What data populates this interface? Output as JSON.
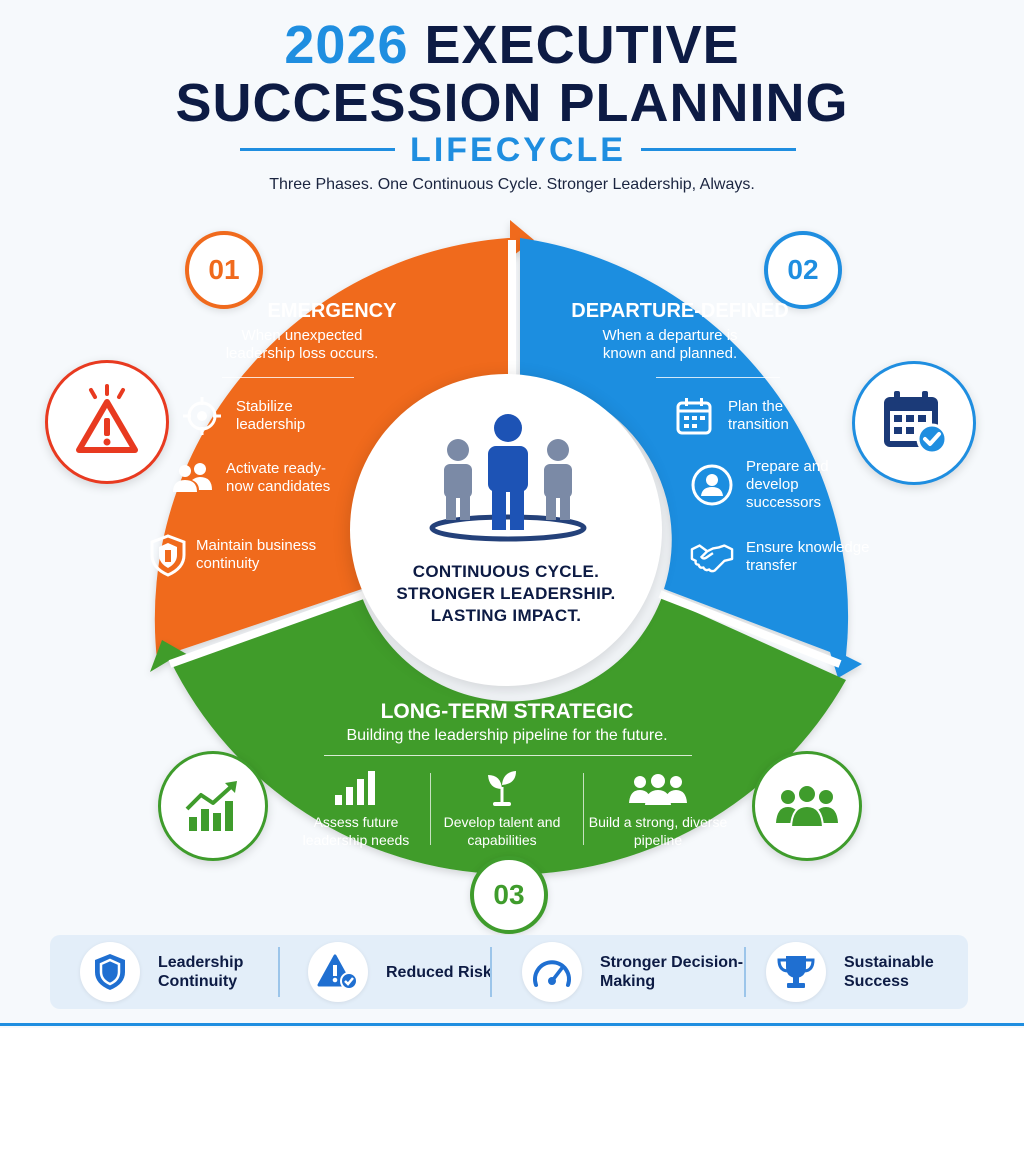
{
  "header": {
    "title_year": "2026",
    "title_rest": "EXECUTIVE",
    "title_line2": "SUCCESSION PLANNING",
    "title_line3": "LIFECYCLE",
    "subtitle": "Three Phases. One Continuous Cycle. Stronger Leadership, Always."
  },
  "colors": {
    "emergency": "#f06a1d",
    "departure": "#1f8ee0",
    "strategic": "#3f9c2c",
    "navy": "#0d1b44",
    "warning_red": "#e83a20"
  },
  "phases": [
    {
      "number": "01",
      "title": "EMERGENCY",
      "description": "When unexpected leadership loss occurs.",
      "side_icon": "warning-icon",
      "items": [
        {
          "icon": "target-icon",
          "label": "Stabilize leadership"
        },
        {
          "icon": "users-icon",
          "label": "Activate ready-now candidates"
        },
        {
          "icon": "shield-icon",
          "label": "Maintain business continuity"
        }
      ]
    },
    {
      "number": "02",
      "title": "DEPARTURE-DEFINED",
      "description": "When a departure is known and planned.",
      "side_icon": "calendar-check-icon",
      "items": [
        {
          "icon": "calendar-icon",
          "label": "Plan the transition"
        },
        {
          "icon": "user-circle-icon",
          "label": "Prepare and develop successors"
        },
        {
          "icon": "handshake-icon",
          "label": "Ensure knowledge transfer"
        }
      ]
    },
    {
      "number": "03",
      "title": "LONG-TERM STRATEGIC",
      "description": "Building the leadership pipeline for the future.",
      "side_icons": [
        "growth-chart-icon",
        "team-icon"
      ],
      "items": [
        {
          "icon": "bar-chart-icon",
          "label": "Assess future leadership needs"
        },
        {
          "icon": "sprout-icon",
          "label": "Develop talent and capabilities"
        },
        {
          "icon": "group-icon",
          "label": "Build a strong, diverse pipeline"
        }
      ]
    }
  ],
  "center": {
    "line1": "CONTINUOUS CYCLE.",
    "line2": "STRONGER LEADERSHIP.",
    "line3": "LASTING IMPACT.",
    "icon": "leader-team-icon"
  },
  "benefits": [
    {
      "icon": "shield-icon",
      "label": "Leadership Continuity"
    },
    {
      "icon": "risk-check-icon",
      "label": "Reduced Risk"
    },
    {
      "icon": "gauge-icon",
      "label": "Stronger Decision-Making"
    },
    {
      "icon": "trophy-icon",
      "label": "Sustainable Success"
    }
  ]
}
